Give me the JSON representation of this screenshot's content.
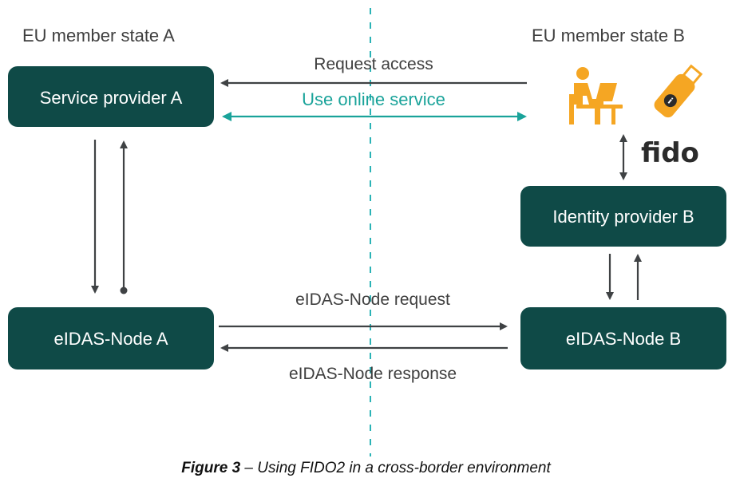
{
  "states": {
    "a": "EU member state A",
    "b": "EU member state B"
  },
  "boxes": {
    "service_provider_a": "Service provider A",
    "identity_provider_b": "Identity provider B",
    "eidas_node_a": "eIDAS-Node A",
    "eidas_node_b": "eIDAS-Node B"
  },
  "flows": {
    "request_access": "Request access",
    "use_online_service": "Use online service",
    "eidas_request": "eIDAS-Node request",
    "eidas_response": "eIDAS-Node response"
  },
  "fido": {
    "logo_text": "fido"
  },
  "icons": {
    "user": "user-at-laptop-icon",
    "token": "usb-security-key-icon"
  },
  "colors": {
    "box_fill": "#0f4a47",
    "accent_teal": "#1aa39a",
    "user_orange": "#f5a623",
    "border_dashed": "#2bb3b6"
  },
  "caption": {
    "bold": "Figure 3",
    "text": " – Using FIDO2 in a cross-border environment"
  }
}
